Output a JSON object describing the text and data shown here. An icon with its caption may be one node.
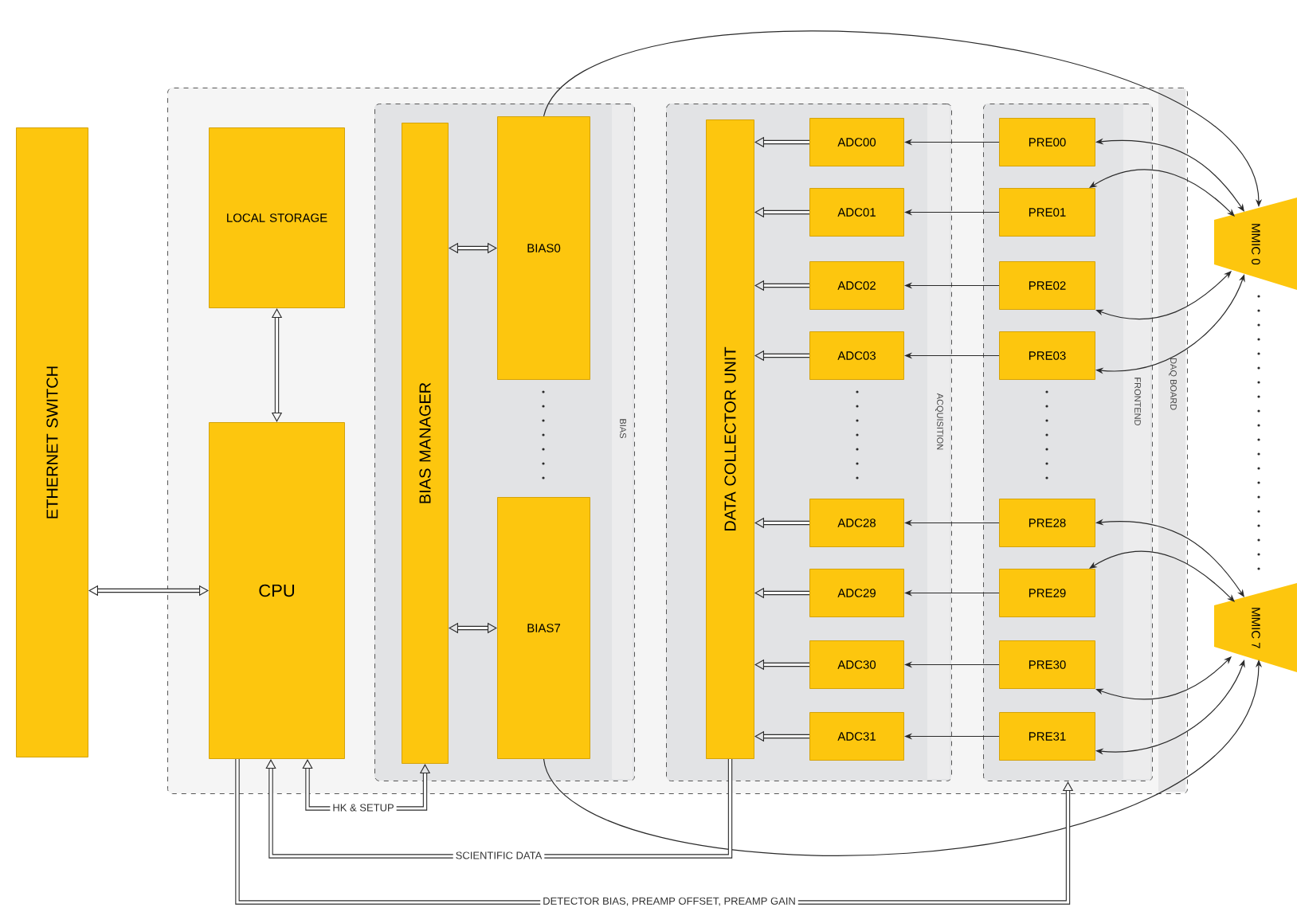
{
  "diagram": {
    "nodes": [
      {
        "text": [
          "ETHERNET SWITCH"
        ]
      },
      {
        "text": [
          "DAQ BOARD"
        ]
      },
      {
        "text": [
          "LOCAL STORAGE"
        ],
        "in": 1
      },
      {
        "text": [
          "CPU"
        ],
        "in": 1
      },
      {
        "text": [
          "BIAS"
        ],
        "in": 1
      },
      {
        "text": [
          "BIAS MANAGER"
        ],
        "in": 4
      },
      {
        "text": [
          "BIAS0"
        ],
        "in": 4
      },
      {
        "text": [
          "BIAS7"
        ],
        "in": 4
      },
      {
        "text": [
          "ACQUISITION"
        ],
        "in": 1
      },
      {
        "text": [
          "DATA COLLECTOR UNIT"
        ],
        "in": 8
      },
      {
        "text": [
          "ADC00"
        ],
        "in": 8
      },
      {
        "text": [
          "ADC01"
        ],
        "in": 8
      },
      {
        "text": [
          "ADC02"
        ],
        "in": 8
      },
      {
        "text": [
          "ADC03"
        ],
        "in": 8
      },
      {
        "text": [
          "ADC28"
        ],
        "in": 8
      },
      {
        "text": [
          "ADC29"
        ],
        "in": 8
      },
      {
        "text": [
          "ADC30"
        ],
        "in": 8
      },
      {
        "text": [
          "ADC31"
        ],
        "in": 8
      },
      {
        "text": [
          "FRONTEND"
        ],
        "in": 1
      },
      {
        "text": [
          "PRE00"
        ],
        "in": 18
      },
      {
        "text": [
          "PRE01"
        ],
        "in": 18
      },
      {
        "text": [
          "PRE02"
        ],
        "in": 18
      },
      {
        "text": [
          "PRE03"
        ],
        "in": 18
      },
      {
        "text": [
          "PRE28"
        ],
        "in": 18
      },
      {
        "text": [
          "PRE29"
        ],
        "in": 18
      },
      {
        "text": [
          "PRE30"
        ],
        "in": 18
      },
      {
        "text": [
          "PRE31"
        ],
        "in": 18
      },
      {
        "text": [
          "MMIC 0"
        ]
      },
      {
        "text": [
          "MMIC 7"
        ]
      }
    ],
    "edges": [
      {
        "from": 0,
        "to": 3,
        "arrow": "both",
        "style": "thick"
      },
      {
        "from": 2,
        "to": 3,
        "arrow": "both",
        "style": "thick"
      },
      {
        "from": 5,
        "to": 6,
        "arrow": "both",
        "style": "thick"
      },
      {
        "from": 5,
        "to": 7,
        "arrow": "both",
        "style": "thick"
      },
      {
        "from": 10,
        "to": 9,
        "arrow": "to",
        "style": "thick"
      },
      {
        "from": 11,
        "to": 9,
        "arrow": "to",
        "style": "thick"
      },
      {
        "from": 12,
        "to": 9,
        "arrow": "to",
        "style": "thick"
      },
      {
        "from": 13,
        "to": 9,
        "arrow": "to",
        "style": "thick"
      },
      {
        "from": 14,
        "to": 9,
        "arrow": "to",
        "style": "thick"
      },
      {
        "from": 15,
        "to": 9,
        "arrow": "to",
        "style": "thick"
      },
      {
        "from": 16,
        "to": 9,
        "arrow": "to",
        "style": "thick"
      },
      {
        "from": 17,
        "to": 9,
        "arrow": "to",
        "style": "thick"
      },
      {
        "from": 19,
        "to": 10,
        "arrow": "to"
      },
      {
        "from": 20,
        "to": 11,
        "arrow": "to"
      },
      {
        "from": 21,
        "to": 12,
        "arrow": "to"
      },
      {
        "from": 22,
        "to": 13,
        "arrow": "to"
      },
      {
        "from": 23,
        "to": 14,
        "arrow": "to"
      },
      {
        "from": 24,
        "to": 15,
        "arrow": "to"
      },
      {
        "from": 25,
        "to": 16,
        "arrow": "to"
      },
      {
        "from": 26,
        "to": 17,
        "arrow": "to"
      },
      {
        "from": 19,
        "to": 27,
        "arrow": "both"
      },
      {
        "from": 20,
        "to": 27,
        "arrow": "both"
      },
      {
        "from": 21,
        "to": 27,
        "arrow": "both"
      },
      {
        "from": 22,
        "to": 27,
        "arrow": "both"
      },
      {
        "from": 23,
        "to": 28,
        "arrow": "both"
      },
      {
        "from": 24,
        "to": 28,
        "arrow": "both"
      },
      {
        "from": 25,
        "to": 28,
        "arrow": "both"
      },
      {
        "from": 26,
        "to": 28,
        "arrow": "both"
      },
      {
        "from": 6,
        "to": 27,
        "arrow": "to"
      },
      {
        "from": 7,
        "to": 28,
        "arrow": "to"
      },
      {
        "from": 3,
        "to": 5,
        "arrow": "both",
        "style": "thick",
        "label": "HK & SETUP"
      },
      {
        "from": 9,
        "to": 3,
        "arrow": "to",
        "style": "thick",
        "label": "SCIENTIFIC DATA"
      },
      {
        "from": 3,
        "to": 18,
        "arrow": "to",
        "style": "thick",
        "label": "DETECTOR BIAS, PREAMP OFFSET, PREAMP GAIN"
      }
    ]
  }
}
